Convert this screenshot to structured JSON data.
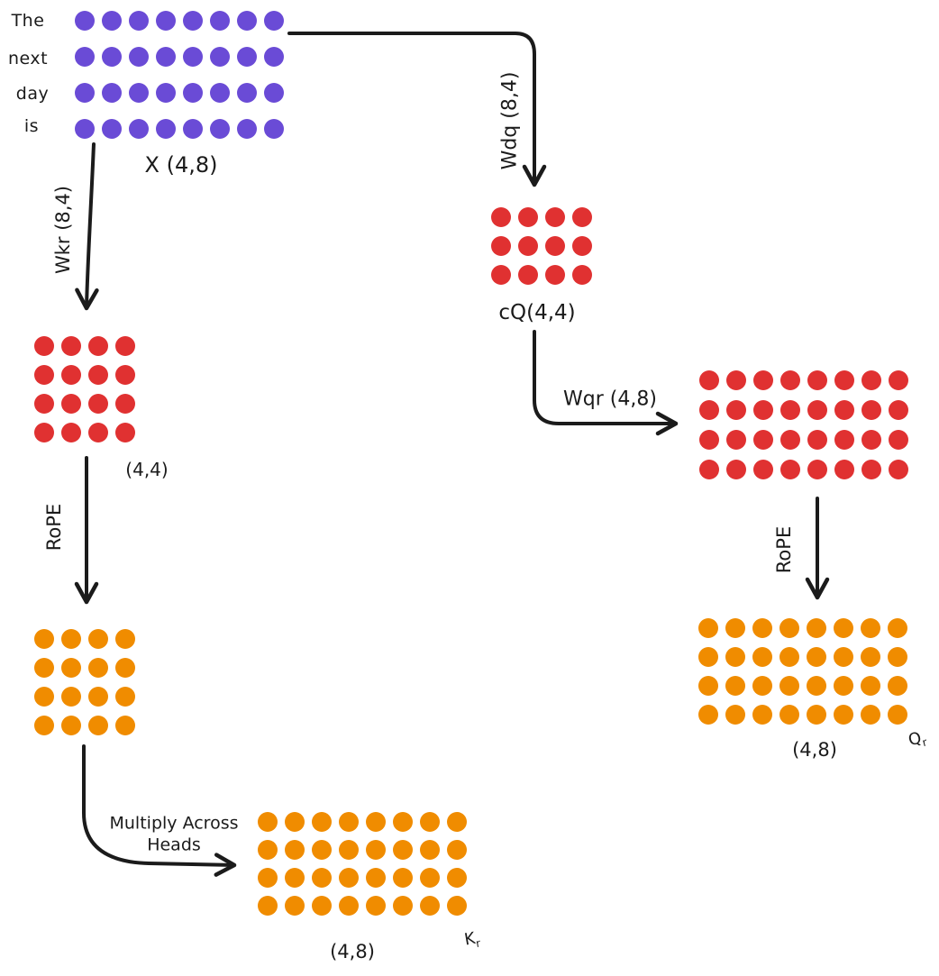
{
  "tokens": [
    "The",
    "next",
    "day",
    "is"
  ],
  "colors": {
    "purple": "#6A4BD6",
    "red": "#E03131",
    "orange": "#F08C00",
    "ink": "#1B1B1B"
  },
  "matrices": {
    "x": {
      "rows": 4,
      "cols": 8,
      "color": "purple"
    },
    "ckr": {
      "rows": 4,
      "cols": 4,
      "color": "red"
    },
    "kr_rope": {
      "rows": 4,
      "cols": 4,
      "color": "orange"
    },
    "kr": {
      "rows": 4,
      "cols": 8,
      "color": "orange"
    },
    "cq": {
      "rows": 3,
      "cols": 4,
      "color": "red"
    },
    "q_proj": {
      "rows": 4,
      "cols": 8,
      "color": "red"
    },
    "qr": {
      "rows": 4,
      "cols": 8,
      "color": "orange"
    }
  },
  "labels": {
    "x": "X (4,8)",
    "ckr_shape": "(4,4)",
    "cq": "cQ(4,4)",
    "kr_shape": "(4,8)",
    "kr_main": "K",
    "kr_sub": "r",
    "qr_shape": "(4,8)",
    "qr_main": "Q",
    "qr_sub": "r"
  },
  "edges": {
    "wkr": "Wkr (8,4)",
    "rope_left": "RoPE",
    "multiply_line1": "Multiply Across",
    "multiply_line2": "Heads",
    "wdq": "Wdq (8,4)",
    "wqr": "Wqr (4,8)",
    "rope_right": "RoPE"
  }
}
